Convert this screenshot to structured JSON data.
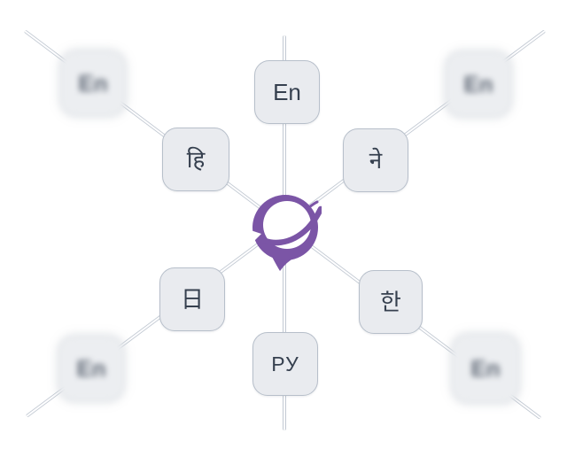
{
  "diagram": {
    "name": "language-translation-network",
    "background": "#ffffff",
    "edge_color": "#c3cad3",
    "tile_background": "#e9ebef",
    "tile_text_color": "#36404f",
    "logo_color": "#7b55a6"
  },
  "tiles": [
    {
      "label": "En",
      "position": "top",
      "blurred": false
    },
    {
      "label": "हि",
      "position": "upper-left",
      "blurred": false
    },
    {
      "label": "ने",
      "position": "upper-right",
      "blurred": false
    },
    {
      "label": "日",
      "position": "lower-left",
      "blurred": false
    },
    {
      "label": "한",
      "position": "lower-right",
      "blurred": false
    },
    {
      "label": "РУ",
      "position": "bottom",
      "blurred": false
    },
    {
      "label": "En",
      "position": "far-top-left",
      "blurred": true
    },
    {
      "label": "En",
      "position": "far-top-right",
      "blurred": true
    },
    {
      "label": "En",
      "position": "far-bottom-left",
      "blurred": true
    },
    {
      "label": "En",
      "position": "far-bottom-right",
      "blurred": true
    }
  ]
}
